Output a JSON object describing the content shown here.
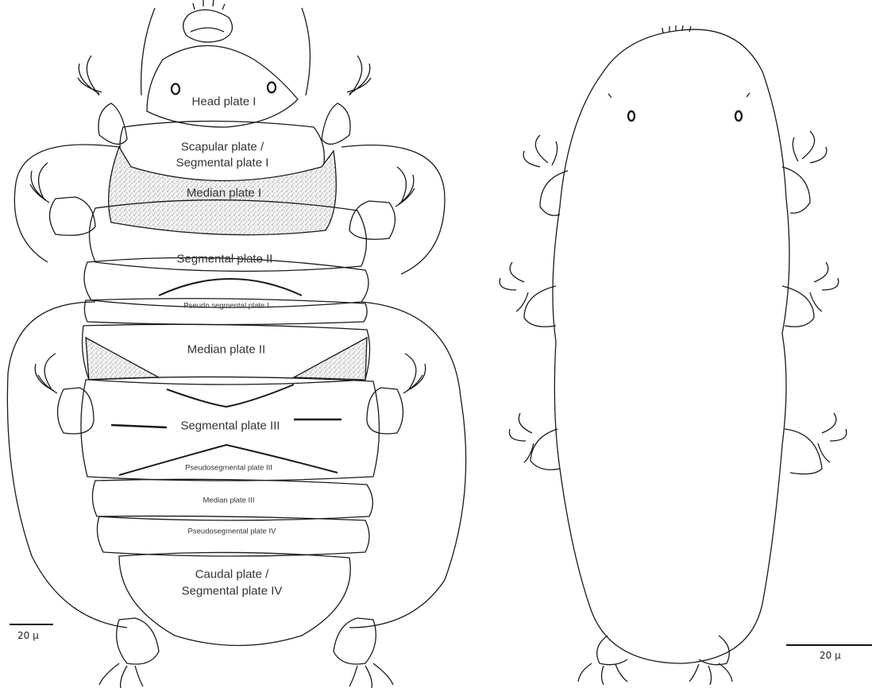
{
  "labels": {
    "head_plate": "Head plate I",
    "scapular_line1": "Scapular plate /",
    "scapular_line2": "Segmental plate I",
    "median_1": "Median plate I",
    "segmental_2": "Segmental plate II",
    "pseudo_1": "Pseudo segmental plate I",
    "median_2": "Median plate II",
    "segmental_3": "Segmental plate III",
    "pseudo_3": "Pseudosegmental plate III",
    "median_3": "Median plate III",
    "pseudo_4": "Pseudosegmental plate IV",
    "caudal_line1": "Caudal plate /",
    "caudal_line2": "Segmental plate IV"
  },
  "scale_bars": {
    "left": "20 µ",
    "right": "20 µ"
  },
  "colors": {
    "ink": "#1a1a1a",
    "stipple": "#b4b4b4"
  }
}
